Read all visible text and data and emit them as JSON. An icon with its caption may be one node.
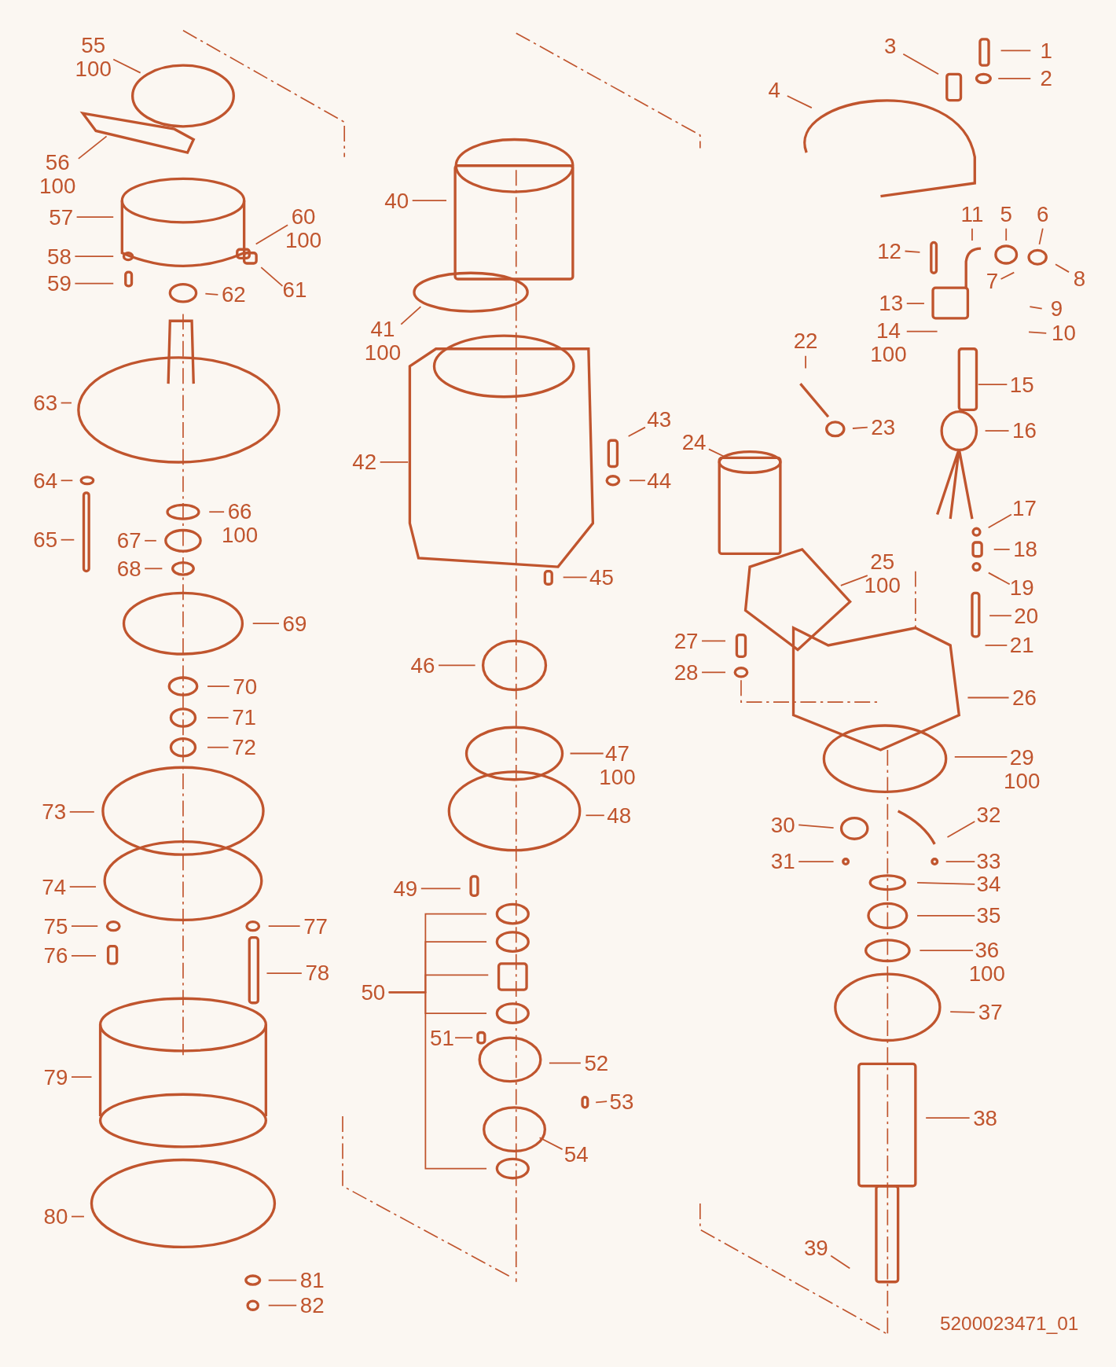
{
  "diagram": {
    "nodes": [
      {
        "text": [
          "1"
        ]
      },
      {
        "text": [
          "2"
        ]
      },
      {
        "text": [
          "3"
        ]
      },
      {
        "text": [
          "4"
        ]
      },
      {
        "text": [
          "5"
        ]
      },
      {
        "text": [
          "6"
        ]
      },
      {
        "text": [
          "7"
        ]
      },
      {
        "text": [
          "8"
        ]
      },
      {
        "text": [
          "9"
        ]
      },
      {
        "text": [
          "10"
        ]
      },
      {
        "text": [
          "11"
        ]
      },
      {
        "text": [
          "12"
        ]
      },
      {
        "text": [
          "13"
        ]
      },
      {
        "text": [
          "14",
          "100"
        ]
      },
      {
        "text": [
          "15"
        ]
      },
      {
        "text": [
          "16"
        ]
      },
      {
        "text": [
          "17"
        ]
      },
      {
        "text": [
          "18"
        ]
      },
      {
        "text": [
          "19"
        ]
      },
      {
        "text": [
          "20"
        ]
      },
      {
        "text": [
          "21"
        ]
      },
      {
        "text": [
          "22"
        ]
      },
      {
        "text": [
          "23"
        ]
      },
      {
        "text": [
          "24"
        ]
      },
      {
        "text": [
          "25",
          "100"
        ]
      },
      {
        "text": [
          "26"
        ]
      },
      {
        "text": [
          "27"
        ]
      },
      {
        "text": [
          "28"
        ]
      },
      {
        "text": [
          "29",
          "100"
        ]
      },
      {
        "text": [
          "30"
        ]
      },
      {
        "text": [
          "31"
        ]
      },
      {
        "text": [
          "32"
        ]
      },
      {
        "text": [
          "33"
        ]
      },
      {
        "text": [
          "34"
        ]
      },
      {
        "text": [
          "35"
        ]
      },
      {
        "text": [
          "36",
          "100"
        ]
      },
      {
        "text": [
          "37"
        ]
      },
      {
        "text": [
          "38"
        ]
      },
      {
        "text": [
          "39"
        ]
      },
      {
        "text": [
          "40"
        ]
      },
      {
        "text": [
          "41",
          "100"
        ]
      },
      {
        "text": [
          "42"
        ]
      },
      {
        "text": [
          "43"
        ]
      },
      {
        "text": [
          "44"
        ]
      },
      {
        "text": [
          "45"
        ]
      },
      {
        "text": [
          "46"
        ]
      },
      {
        "text": [
          "47",
          "100"
        ]
      },
      {
        "text": [
          "48"
        ]
      },
      {
        "text": [
          "49"
        ]
      },
      {
        "text": [
          "50"
        ]
      },
      {
        "text": [
          "51"
        ]
      },
      {
        "text": [
          "52"
        ]
      },
      {
        "text": [
          "53"
        ]
      },
      {
        "text": [
          "54"
        ]
      },
      {
        "text": [
          "55",
          "100"
        ]
      },
      {
        "text": [
          "56",
          "100"
        ]
      },
      {
        "text": [
          "57"
        ]
      },
      {
        "text": [
          "58"
        ]
      },
      {
        "text": [
          "59"
        ]
      },
      {
        "text": [
          "60",
          "100"
        ]
      },
      {
        "text": [
          "61"
        ]
      },
      {
        "text": [
          "62"
        ]
      },
      {
        "text": [
          "63"
        ]
      },
      {
        "text": [
          "64"
        ]
      },
      {
        "text": [
          "65"
        ]
      },
      {
        "text": [
          "66",
          "100"
        ]
      },
      {
        "text": [
          "67"
        ]
      },
      {
        "text": [
          "68"
        ]
      },
      {
        "text": [
          "69"
        ]
      },
      {
        "text": [
          "70"
        ]
      },
      {
        "text": [
          "71"
        ]
      },
      {
        "text": [
          "72"
        ]
      },
      {
        "text": [
          "73"
        ]
      },
      {
        "text": [
          "74"
        ]
      },
      {
        "text": [
          "75"
        ]
      },
      {
        "text": [
          "76"
        ]
      },
      {
        "text": [
          "77"
        ]
      },
      {
        "text": [
          "78"
        ]
      },
      {
        "text": [
          "79"
        ]
      },
      {
        "text": [
          "80"
        ]
      },
      {
        "text": [
          "81"
        ]
      },
      {
        "text": [
          "82"
        ]
      }
    ],
    "edges": [
      {
        "from": 0,
        "to": null,
        "arrow": "none"
      },
      {
        "from": 1,
        "to": null,
        "arrow": "none"
      },
      {
        "from": 2,
        "to": null,
        "arrow": "none"
      },
      {
        "from": 3,
        "to": null,
        "arrow": "none"
      },
      {
        "from": 4,
        "to": null,
        "arrow": "none"
      },
      {
        "from": 5,
        "to": null,
        "arrow": "none"
      },
      {
        "from": 6,
        "to": null,
        "arrow": "none"
      },
      {
        "from": 7,
        "to": null,
        "arrow": "none"
      },
      {
        "from": 8,
        "to": null,
        "arrow": "none"
      },
      {
        "from": 9,
        "to": null,
        "arrow": "none"
      },
      {
        "from": 10,
        "to": null,
        "arrow": "none"
      },
      {
        "from": 11,
        "to": null,
        "arrow": "none"
      },
      {
        "from": 12,
        "to": null,
        "arrow": "none"
      },
      {
        "from": 13,
        "to": null,
        "arrow": "none"
      },
      {
        "from": 14,
        "to": null,
        "arrow": "none"
      },
      {
        "from": 15,
        "to": null,
        "arrow": "none"
      },
      {
        "from": 16,
        "to": null,
        "arrow": "none"
      },
      {
        "from": 17,
        "to": null,
        "arrow": "none"
      },
      {
        "from": 18,
        "to": null,
        "arrow": "none"
      },
      {
        "from": 19,
        "to": null,
        "arrow": "none"
      },
      {
        "from": 20,
        "to": null,
        "arrow": "none"
      },
      {
        "from": 21,
        "to": null,
        "arrow": "none"
      },
      {
        "from": 22,
        "to": null,
        "arrow": "none"
      },
      {
        "from": 23,
        "to": null,
        "arrow": "none"
      },
      {
        "from": 24,
        "to": null,
        "arrow": "none"
      },
      {
        "from": 25,
        "to": null,
        "arrow": "none"
      },
      {
        "from": 26,
        "to": null,
        "arrow": "none"
      },
      {
        "from": 27,
        "to": null,
        "arrow": "none"
      },
      {
        "from": 28,
        "to": null,
        "arrow": "none"
      },
      {
        "from": 29,
        "to": null,
        "arrow": "none"
      },
      {
        "from": 30,
        "to": null,
        "arrow": "none"
      },
      {
        "from": 31,
        "to": null,
        "arrow": "none"
      },
      {
        "from": 32,
        "to": null,
        "arrow": "none"
      },
      {
        "from": 33,
        "to": null,
        "arrow": "none"
      },
      {
        "from": 34,
        "to": null,
        "arrow": "none"
      },
      {
        "from": 35,
        "to": null,
        "arrow": "none"
      },
      {
        "from": 36,
        "to": null,
        "arrow": "none"
      },
      {
        "from": 37,
        "to": null,
        "arrow": "none"
      },
      {
        "from": 38,
        "to": null,
        "arrow": "none"
      },
      {
        "from": 39,
        "to": null,
        "arrow": "none"
      },
      {
        "from": 40,
        "to": null,
        "arrow": "none"
      },
      {
        "from": 41,
        "to": null,
        "arrow": "none"
      },
      {
        "from": 42,
        "to": null,
        "arrow": "none"
      },
      {
        "from": 43,
        "to": null,
        "arrow": "none"
      },
      {
        "from": 44,
        "to": null,
        "arrow": "none"
      },
      {
        "from": 45,
        "to": null,
        "arrow": "none"
      },
      {
        "from": 46,
        "to": null,
        "arrow": "none"
      },
      {
        "from": 47,
        "to": null,
        "arrow": "none"
      },
      {
        "from": 48,
        "to": null,
        "arrow": "none"
      },
      {
        "from": 49,
        "to": null,
        "arrow": "none"
      },
      {
        "from": 49,
        "to": null,
        "arrow": "none"
      },
      {
        "from": 49,
        "to": null,
        "arrow": "none"
      },
      {
        "from": 49,
        "to": null,
        "arrow": "none"
      },
      {
        "from": 49,
        "to": null,
        "arrow": "none"
      },
      {
        "from": 50,
        "to": null,
        "arrow": "none"
      },
      {
        "from": 51,
        "to": null,
        "arrow": "none"
      },
      {
        "from": 52,
        "to": null,
        "arrow": "none"
      },
      {
        "from": 53,
        "to": null,
        "arrow": "none"
      },
      {
        "from": 54,
        "to": null,
        "arrow": "none"
      },
      {
        "from": 55,
        "to": null,
        "arrow": "none"
      },
      {
        "from": 56,
        "to": null,
        "arrow": "none"
      },
      {
        "from": 57,
        "to": null,
        "arrow": "none"
      },
      {
        "from": 58,
        "to": null,
        "arrow": "none"
      },
      {
        "from": 59,
        "to": null,
        "arrow": "none"
      },
      {
        "from": 60,
        "to": null,
        "arrow": "none"
      },
      {
        "from": 61,
        "to": null,
        "arrow": "none"
      },
      {
        "from": 62,
        "to": null,
        "arrow": "none"
      },
      {
        "from": 63,
        "to": null,
        "arrow": "none"
      },
      {
        "from": 64,
        "to": null,
        "arrow": "none"
      },
      {
        "from": 65,
        "to": null,
        "arrow": "none"
      },
      {
        "from": 66,
        "to": null,
        "arrow": "none"
      },
      {
        "from": 67,
        "to": null,
        "arrow": "none"
      },
      {
        "from": 68,
        "to": null,
        "arrow": "none"
      },
      {
        "from": 69,
        "to": null,
        "arrow": "none"
      },
      {
        "from": 70,
        "to": null,
        "arrow": "none"
      },
      {
        "from": 71,
        "to": null,
        "arrow": "none"
      },
      {
        "from": 72,
        "to": null,
        "arrow": "none"
      },
      {
        "from": 73,
        "to": null,
        "arrow": "none"
      },
      {
        "from": 74,
        "to": null,
        "arrow": "none"
      },
      {
        "from": 75,
        "to": null,
        "arrow": "none"
      },
      {
        "from": 76,
        "to": null,
        "arrow": "none"
      },
      {
        "from": 77,
        "to": null,
        "arrow": "none"
      },
      {
        "from": 78,
        "to": null,
        "arrow": "none"
      },
      {
        "from": 79,
        "to": null,
        "arrow": "none"
      },
      {
        "from": 80,
        "to": null,
        "arrow": "none"
      },
      {
        "from": 81,
        "to": null,
        "arrow": "none"
      }
    ],
    "labels": [
      "5200023471_01"
    ]
  }
}
